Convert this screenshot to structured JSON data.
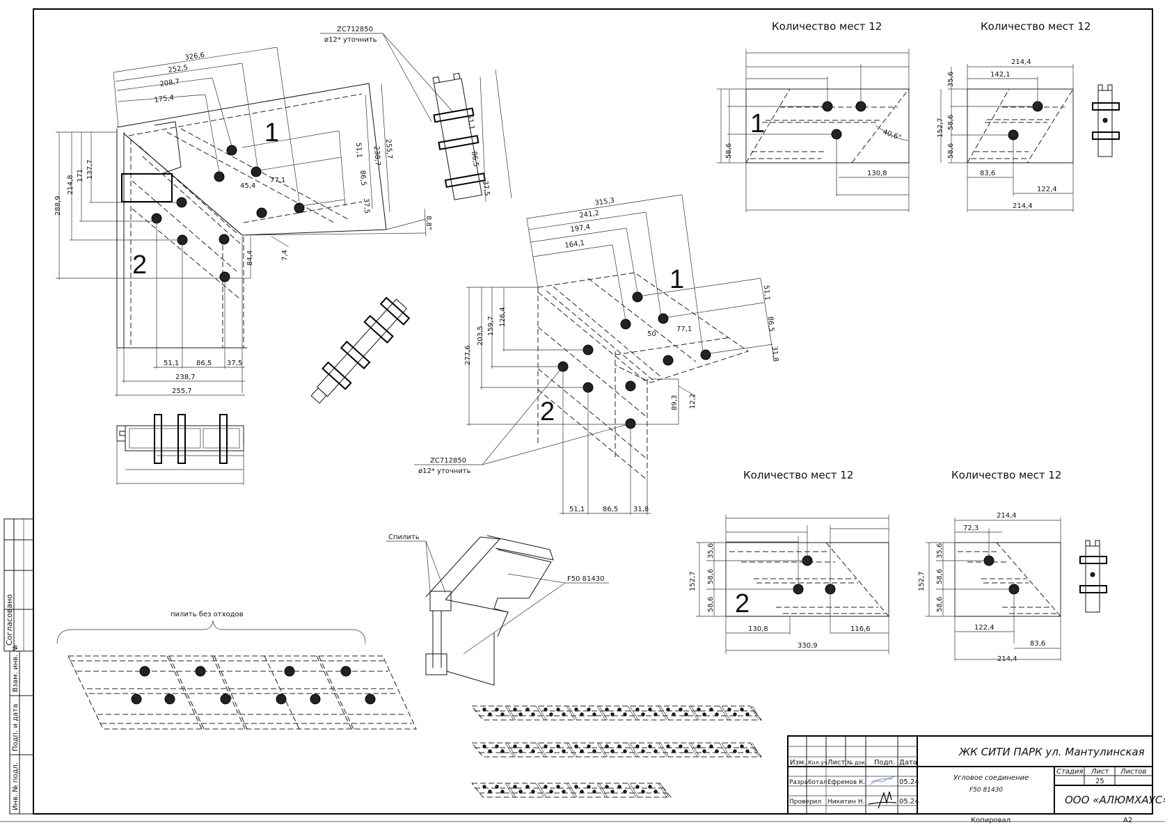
{
  "drawing": {
    "project": "ЖК СИТИ ПАРК ул. Мантулинская",
    "title_line1": "Угловое соединение",
    "title_line2": "F50 81430",
    "company": "ООО «АЛЮМХАУС»",
    "sheet_format": "A2",
    "copied_label": "Копировал"
  },
  "title_block": {
    "headers": [
      "Изм.",
      "Кол.уч.",
      "Лист",
      "№ док.",
      "Подп.",
      "Дата"
    ],
    "rows": [
      {
        "role": "Разработал",
        "name": "Ефремов К.",
        "date": "05.24"
      },
      {
        "role": "Проверил",
        "name": "Никитин Н.",
        "date": "05.24"
      }
    ],
    "stage_label": "Стадия",
    "sheet_label": "Лист",
    "sheets_label": "Листов",
    "sheet_number": "25",
    "sheets_total": ""
  },
  "side_stamp": {
    "agreed": "Согласовано",
    "cells": [
      "Взам. инв. №",
      "Подп. и дата",
      "Инв. № подл."
    ]
  },
  "notes": {
    "anchor_top": "ZC712850",
    "anchor_top_sub": "ø12* уточнить",
    "anchor_mid": "ZC712850",
    "anchor_mid_sub": "ø12* уточнить",
    "saw_off": "Спилить",
    "profile_code": "F50 81430",
    "cut_no_waste": "пилить без отходов"
  },
  "views": {
    "iso_left": {
      "label_1": "1",
      "label_2": "2",
      "dims_top": [
        "326,6",
        "252,5",
        "208,7",
        "175,4"
      ],
      "dims_right": [
        "51,1",
        "238,7",
        "86,5",
        "255,7",
        "37,5"
      ],
      "dims_small": [
        "45,4",
        "77,1"
      ],
      "angle": "8,8°",
      "dims_left": [
        "288,9",
        "214,8",
        "171",
        "137,7"
      ],
      "dims_mid": [
        "84,4",
        "7,4"
      ],
      "dims_bottom": [
        "51,1",
        "86,5",
        "37,5",
        "238,7",
        "255,7"
      ]
    },
    "iso_center": {
      "label_1": "1",
      "label_2": "2",
      "dims_top": [
        "315,3",
        "241,2",
        "197,4",
        "164,1"
      ],
      "dims_right": [
        "51,1",
        "86,5",
        "31,8"
      ],
      "dims_small": [
        "50",
        "77,1"
      ],
      "dims_left": [
        "277,6",
        "203,5",
        "159,7",
        "126,4"
      ],
      "dims_mid": [
        "89,3",
        "12,2"
      ],
      "dims_bottom": [
        "51,1",
        "86,5",
        "31,8"
      ]
    },
    "part_1a": {
      "title": "Количество мест 12",
      "label": "1",
      "dims": [
        "58,6",
        "130,8"
      ],
      "angle": "40,6°"
    },
    "part_1b": {
      "title": "Количество мест 12",
      "dims": [
        "214,4",
        "142,1",
        "35,6",
        "152,7",
        "58,6",
        "58,6",
        "83,6",
        "122,4",
        "214,4"
      ]
    },
    "part_2a": {
      "title": "Количество мест 12",
      "label": "2",
      "dims": [
        "152,7",
        "35,6",
        "58,6",
        "58,6",
        "130,8",
        "116,6",
        "330,9"
      ]
    },
    "part_2b": {
      "title": "Количество мест 12",
      "dims": [
        "214,4",
        "72,3",
        "152,7",
        "35,6",
        "58,6",
        "58,6",
        "122,4",
        "83,6",
        "214,4"
      ]
    }
  }
}
